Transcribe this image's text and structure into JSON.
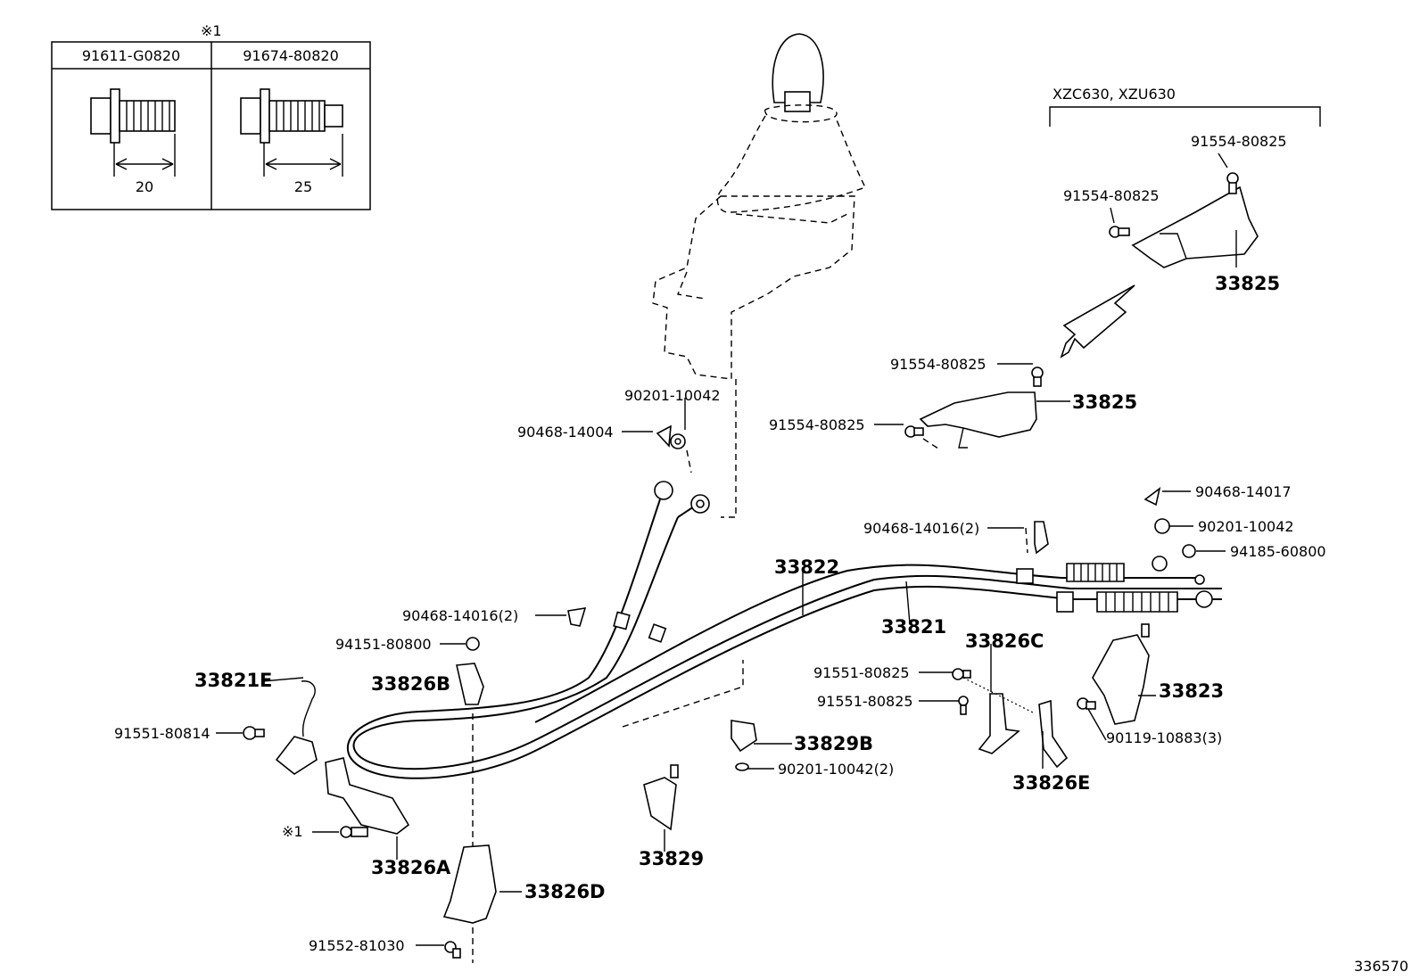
{
  "note_table": {
    "mark": "※1",
    "col1": {
      "part": "91611-G0820",
      "length": "20"
    },
    "col2": {
      "part": "91674-80820",
      "length": "25"
    }
  },
  "variant_label": "XZC630, XZU630",
  "labels": {
    "p91554_a": "91554-80825",
    "p91554_b": "91554-80825",
    "p33825_a": "33825",
    "p91554_c": "91554-80825",
    "p91554_d": "91554-80825",
    "p33825_b": "33825",
    "p90201_a": "90201-10042",
    "p90468_a": "90468-14004",
    "p90468_b": "90468-14017",
    "p90201_b": "90201-10042",
    "p94185": "94185-60800",
    "p90468_c": "90468-14016(2)",
    "p33822": "33822",
    "p33821": "33821",
    "p90468_d": "90468-14016(2)",
    "p94151": "94151-80800",
    "p33821E": "33821E",
    "p33826B": "33826B",
    "p91551_a": "91551-80814",
    "p33826C": "33826C",
    "p91551_b": "91551-80825",
    "p91551_c": "91551-80825",
    "p33823": "33823",
    "p90119": "90119-10883(3)",
    "p33829B": "33829B",
    "p90201_c": "90201-10042(2)",
    "p33826E": "33826E",
    "p_mark1": "※1",
    "p33826A": "33826A",
    "p33829": "33829",
    "p33826D": "33826D",
    "p91552": "91552-81030"
  },
  "diagram_id": "336570"
}
